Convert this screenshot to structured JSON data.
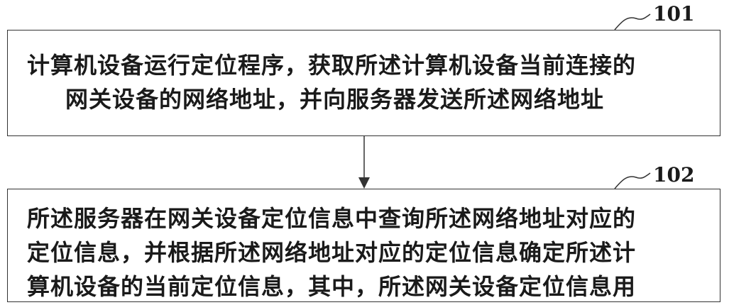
{
  "steps": [
    {
      "label": "101",
      "lines": [
        "计算机设备运行定位程序，获取所述计算机设备当前连接的",
        "网关设备的网络地址，并向服务器发送所述网络地址"
      ]
    },
    {
      "label": "102",
      "lines": [
        "所述服务器在网关设备定位信息中查询所述网络地址对应的",
        "定位信息，并根据所述网络地址对应的定位信息确定所述计",
        "算机设备的当前定位信息，其中，所述网关设备定位信息用"
      ]
    }
  ]
}
